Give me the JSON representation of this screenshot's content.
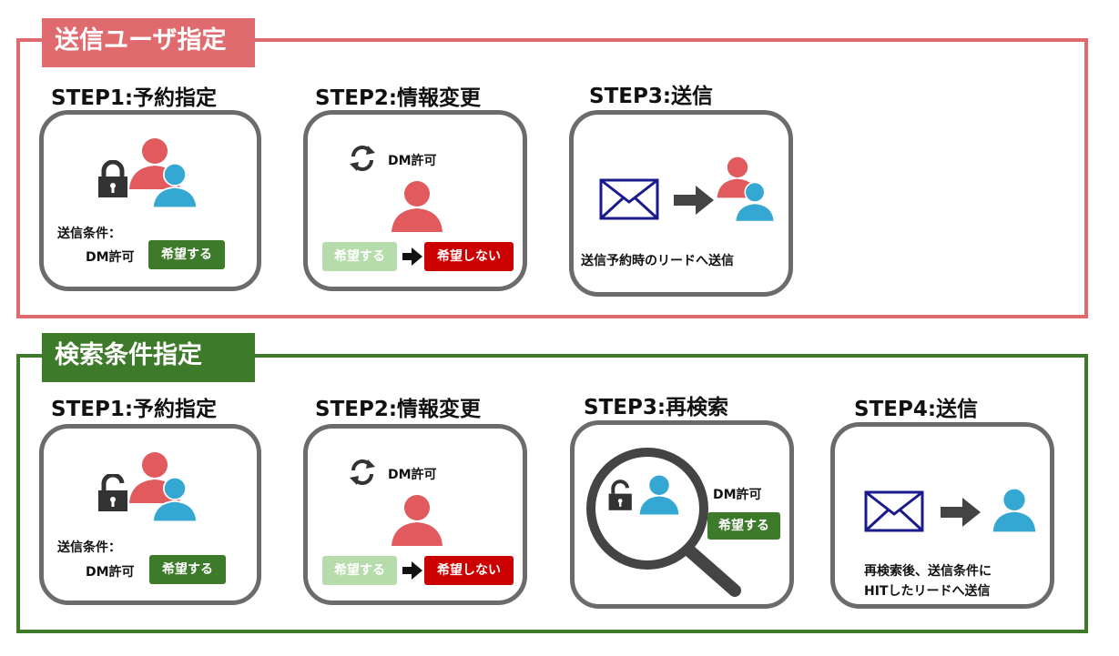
{
  "sections": {
    "send_user": {
      "title": "送信ユーザ指定",
      "steps": [
        {
          "title": "STEP1:予約指定",
          "label_condition": "送信条件：",
          "label_dm": "DM許可",
          "badge": "希望する"
        },
        {
          "title": "STEP2:情報変更",
          "label_dm": "DM許可",
          "before": "希望する",
          "after": "希望しない"
        },
        {
          "title": "STEP3:送信",
          "caption": "送信予約時のリードへ送信"
        }
      ]
    },
    "search_condition": {
      "title": "検索条件指定",
      "steps": [
        {
          "title": "STEP1:予約指定",
          "label_condition": "送信条件：",
          "label_dm": "DM許可",
          "badge": "希望する"
        },
        {
          "title": "STEP2:情報変更",
          "label_dm": "DM許可",
          "before": "希望する",
          "after": "希望しない"
        },
        {
          "title": "STEP3:再検索",
          "label_dm": "DM許可",
          "badge": "希望する"
        },
        {
          "title": "STEP4:送信",
          "caption_line1": "再検索後、送信条件に",
          "caption_line2": "HITしたリードへ送信"
        }
      ]
    }
  },
  "colors": {
    "red_accent": "#df6b6f",
    "green_accent": "#3d7a2a",
    "person_red": "#e05a5e",
    "person_blue": "#35a7d3",
    "envelope_blue": "#1a1a8c",
    "button_red": "#cc0000",
    "button_pale_green": "#b7dcab"
  },
  "icons": [
    "lock-closed-icon",
    "lock-open-icon",
    "person-icon",
    "refresh-icon",
    "envelope-icon",
    "arrow-right-icon",
    "magnifier-icon"
  ]
}
